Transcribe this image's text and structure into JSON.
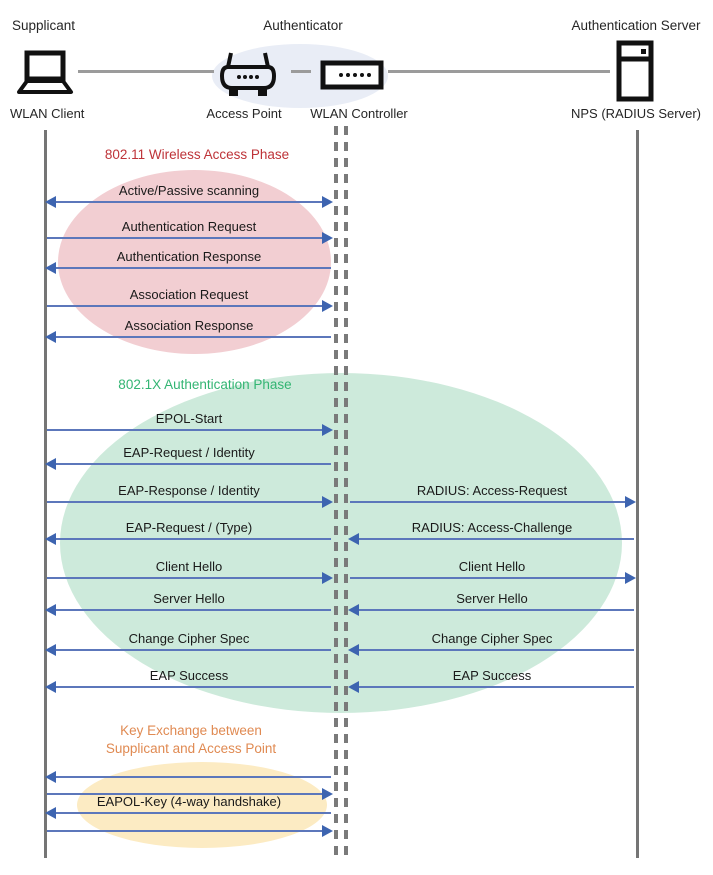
{
  "header": {
    "supplicant_role": "Supplicant",
    "authenticator_role": "Authenticator",
    "auth_server_role": "Authentication Server"
  },
  "nodes": {
    "wlan_client": {
      "label": "WLAN Client",
      "icon": "laptop-icon"
    },
    "access_point": {
      "label": "Access Point",
      "icon": "access-point-icon"
    },
    "wlan_controller": {
      "label": "WLAN Controller",
      "icon": "wlan-controller-icon"
    },
    "nps": {
      "label": "NPS (RADIUS Server)",
      "icon": "server-icon"
    }
  },
  "phases": {
    "wireless_access": {
      "title": "802.11 Wireless Access Phase",
      "color": "#BE3338",
      "ellipse_color": "#F2CED2"
    },
    "authentication": {
      "title": "802.1X Authentication Phase",
      "color": "#33B573",
      "ellipse_color": "#CDEADB"
    },
    "key_exchange": {
      "title_line1": "Key Exchange between",
      "title_line2": "Supplicant and Access Point",
      "color": "#E08A52",
      "ellipse_color": "#FCEBC3"
    }
  },
  "messages": {
    "client_controller": [
      {
        "label": "Active/Passive scanning",
        "dir": "both"
      },
      {
        "label": "Authentication Request",
        "dir": "right"
      },
      {
        "label": "Authentication Response",
        "dir": "left"
      },
      {
        "label": "Association Request",
        "dir": "right"
      },
      {
        "label": "Association Response",
        "dir": "left"
      },
      {
        "label": "EPOL-Start",
        "dir": "right"
      },
      {
        "label": "EAP-Request / Identity",
        "dir": "left"
      },
      {
        "label": "EAP-Response / Identity",
        "dir": "right"
      },
      {
        "label": "EAP-Request / (Type)",
        "dir": "left"
      },
      {
        "label": "Client Hello",
        "dir": "right"
      },
      {
        "label": "Server Hello",
        "dir": "left"
      },
      {
        "label": "Change Cipher Spec",
        "dir": "left"
      },
      {
        "label": "EAP Success",
        "dir": "left"
      },
      {
        "label": "",
        "dir": "left"
      },
      {
        "label": "",
        "dir": "right"
      },
      {
        "label": "EAPOL-Key (4-way handshake)",
        "dir": "left"
      },
      {
        "label": "",
        "dir": "right"
      }
    ],
    "controller_server": [
      {
        "label": "RADIUS: Access-Request",
        "dir": "right"
      },
      {
        "label": "RADIUS: Access-Challenge",
        "dir": "left"
      },
      {
        "label": "Client Hello",
        "dir": "right"
      },
      {
        "label": "Server Hello",
        "dir": "left"
      },
      {
        "label": "Change Cipher Spec",
        "dir": "left"
      },
      {
        "label": "EAP Success",
        "dir": "left"
      }
    ]
  },
  "colors": {
    "arrow_line": "#5C77BB",
    "arrow_head": "#3D64B0",
    "lifeline": "#757575",
    "connector": "#9B9B9B",
    "authenticator_ellipse": "#E9EDF6"
  }
}
